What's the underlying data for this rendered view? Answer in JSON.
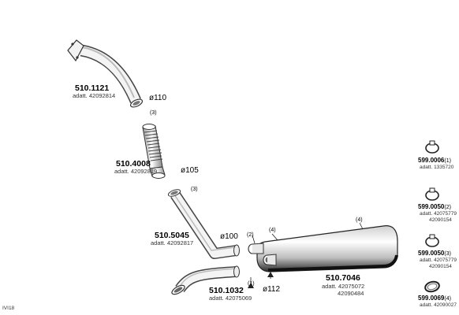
{
  "parts": [
    {
      "number": "510.1121",
      "adapt": "adatt. 42092814",
      "diameter": "ø110"
    },
    {
      "number": "510.4008",
      "adapt": "adatt. 42092819",
      "diameter": "ø105"
    },
    {
      "number": "510.5045",
      "adapt": "adatt. 42092817",
      "diameter": "ø100"
    },
    {
      "number": "510.1032",
      "adapt": "adatt. 42075069"
    },
    {
      "number": "510.7046",
      "adapt": [
        "adatt. 42075072",
        "42090484"
      ],
      "diameter": "ø112"
    }
  ],
  "qty_labels": {
    "flex": "(3)",
    "mid_pipe": "(3)",
    "muffler_inlet": "(2)",
    "muffler_top_left": "(4)",
    "muffler_top_right": "(4)",
    "tail_pipe": "(1)"
  },
  "clamps": [
    {
      "number": "599.0006",
      "qty": "(1)",
      "adapt": [
        "adatt. 1335720"
      ],
      "icon": "clamp-ring-icon"
    },
    {
      "number": "599.0050",
      "qty": "(2)",
      "adapt": [
        "adatt. 42075779",
        "42090154"
      ],
      "icon": "clamp-ring-icon"
    },
    {
      "number": "599.0050",
      "qty": "(3)",
      "adapt": [
        "adatt. 42075779",
        "42090154"
      ],
      "icon": "clamp-ring-icon"
    },
    {
      "number": "599.0069",
      "qty": "(4)",
      "adapt": [
        "adatt. 42090027"
      ],
      "icon": "band-clamp-icon"
    }
  ],
  "footer_code": "IVI18"
}
